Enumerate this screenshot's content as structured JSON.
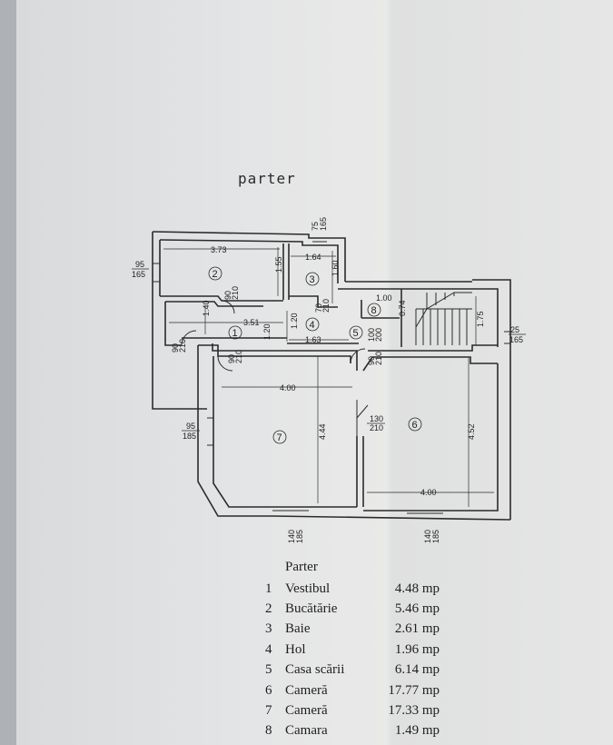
{
  "plan_title": "parter",
  "legend_title": "Parter",
  "rooms": [
    {
      "no": "1",
      "name": "Vestibul",
      "area": "4.48 mp"
    },
    {
      "no": "2",
      "name": "Bucătărie",
      "area": "5.46 mp"
    },
    {
      "no": "3",
      "name": "Baie",
      "area": "2.61 mp"
    },
    {
      "no": "4",
      "name": "Hol",
      "area": "1.96 mp"
    },
    {
      "no": "5",
      "name": "Casa scării",
      "area": "6.14 mp"
    },
    {
      "no": "6",
      "name": "Cameră",
      "area": "17.77 mp"
    },
    {
      "no": "7",
      "name": "Cameră",
      "area": "17.33 mp"
    },
    {
      "no": "8",
      "name": "Camara",
      "area": "1.49 mp"
    }
  ],
  "dimensions": {
    "d373": "3.73",
    "d164": "1.64",
    "d155": "1.55",
    "d160": "1.60",
    "d351": "3.51",
    "d140": "1.40",
    "d120a": "1.20",
    "d120b": "1.20",
    "d163": "1.63",
    "d100": "1.00",
    "d074": "0.74",
    "d175": "1.75",
    "d400a": "4.00",
    "d444": "4.44",
    "d452": "4.52",
    "d400b": "4.00"
  },
  "openings": {
    "w_top_a": "75",
    "w_top_b": "165",
    "w_left_a": "95",
    "w_left_b": "165",
    "w_right_a": "25",
    "w_right_b": "165",
    "w_lower_a": "95",
    "w_lower_b": "185",
    "w_b7_a": "140",
    "w_b7_b": "185",
    "w_b6_a": "140",
    "w_b6_b": "185",
    "door_130_a": "130",
    "door_130_b": "210",
    "door_2_a": "90",
    "door_2_b": "210",
    "door_3_a": "70",
    "door_3_b": "210",
    "door_8_a": "100",
    "door_8_b": "200",
    "door_1_a": "90",
    "door_1_b": "210",
    "door_e_a": "90",
    "door_e_b": "210",
    "door_6_a": "90",
    "door_6_b": "210"
  },
  "colors": {
    "ink": "#2b2b2b",
    "paper": "#e6e7e7",
    "wall_fill": "#e9eaea"
  }
}
